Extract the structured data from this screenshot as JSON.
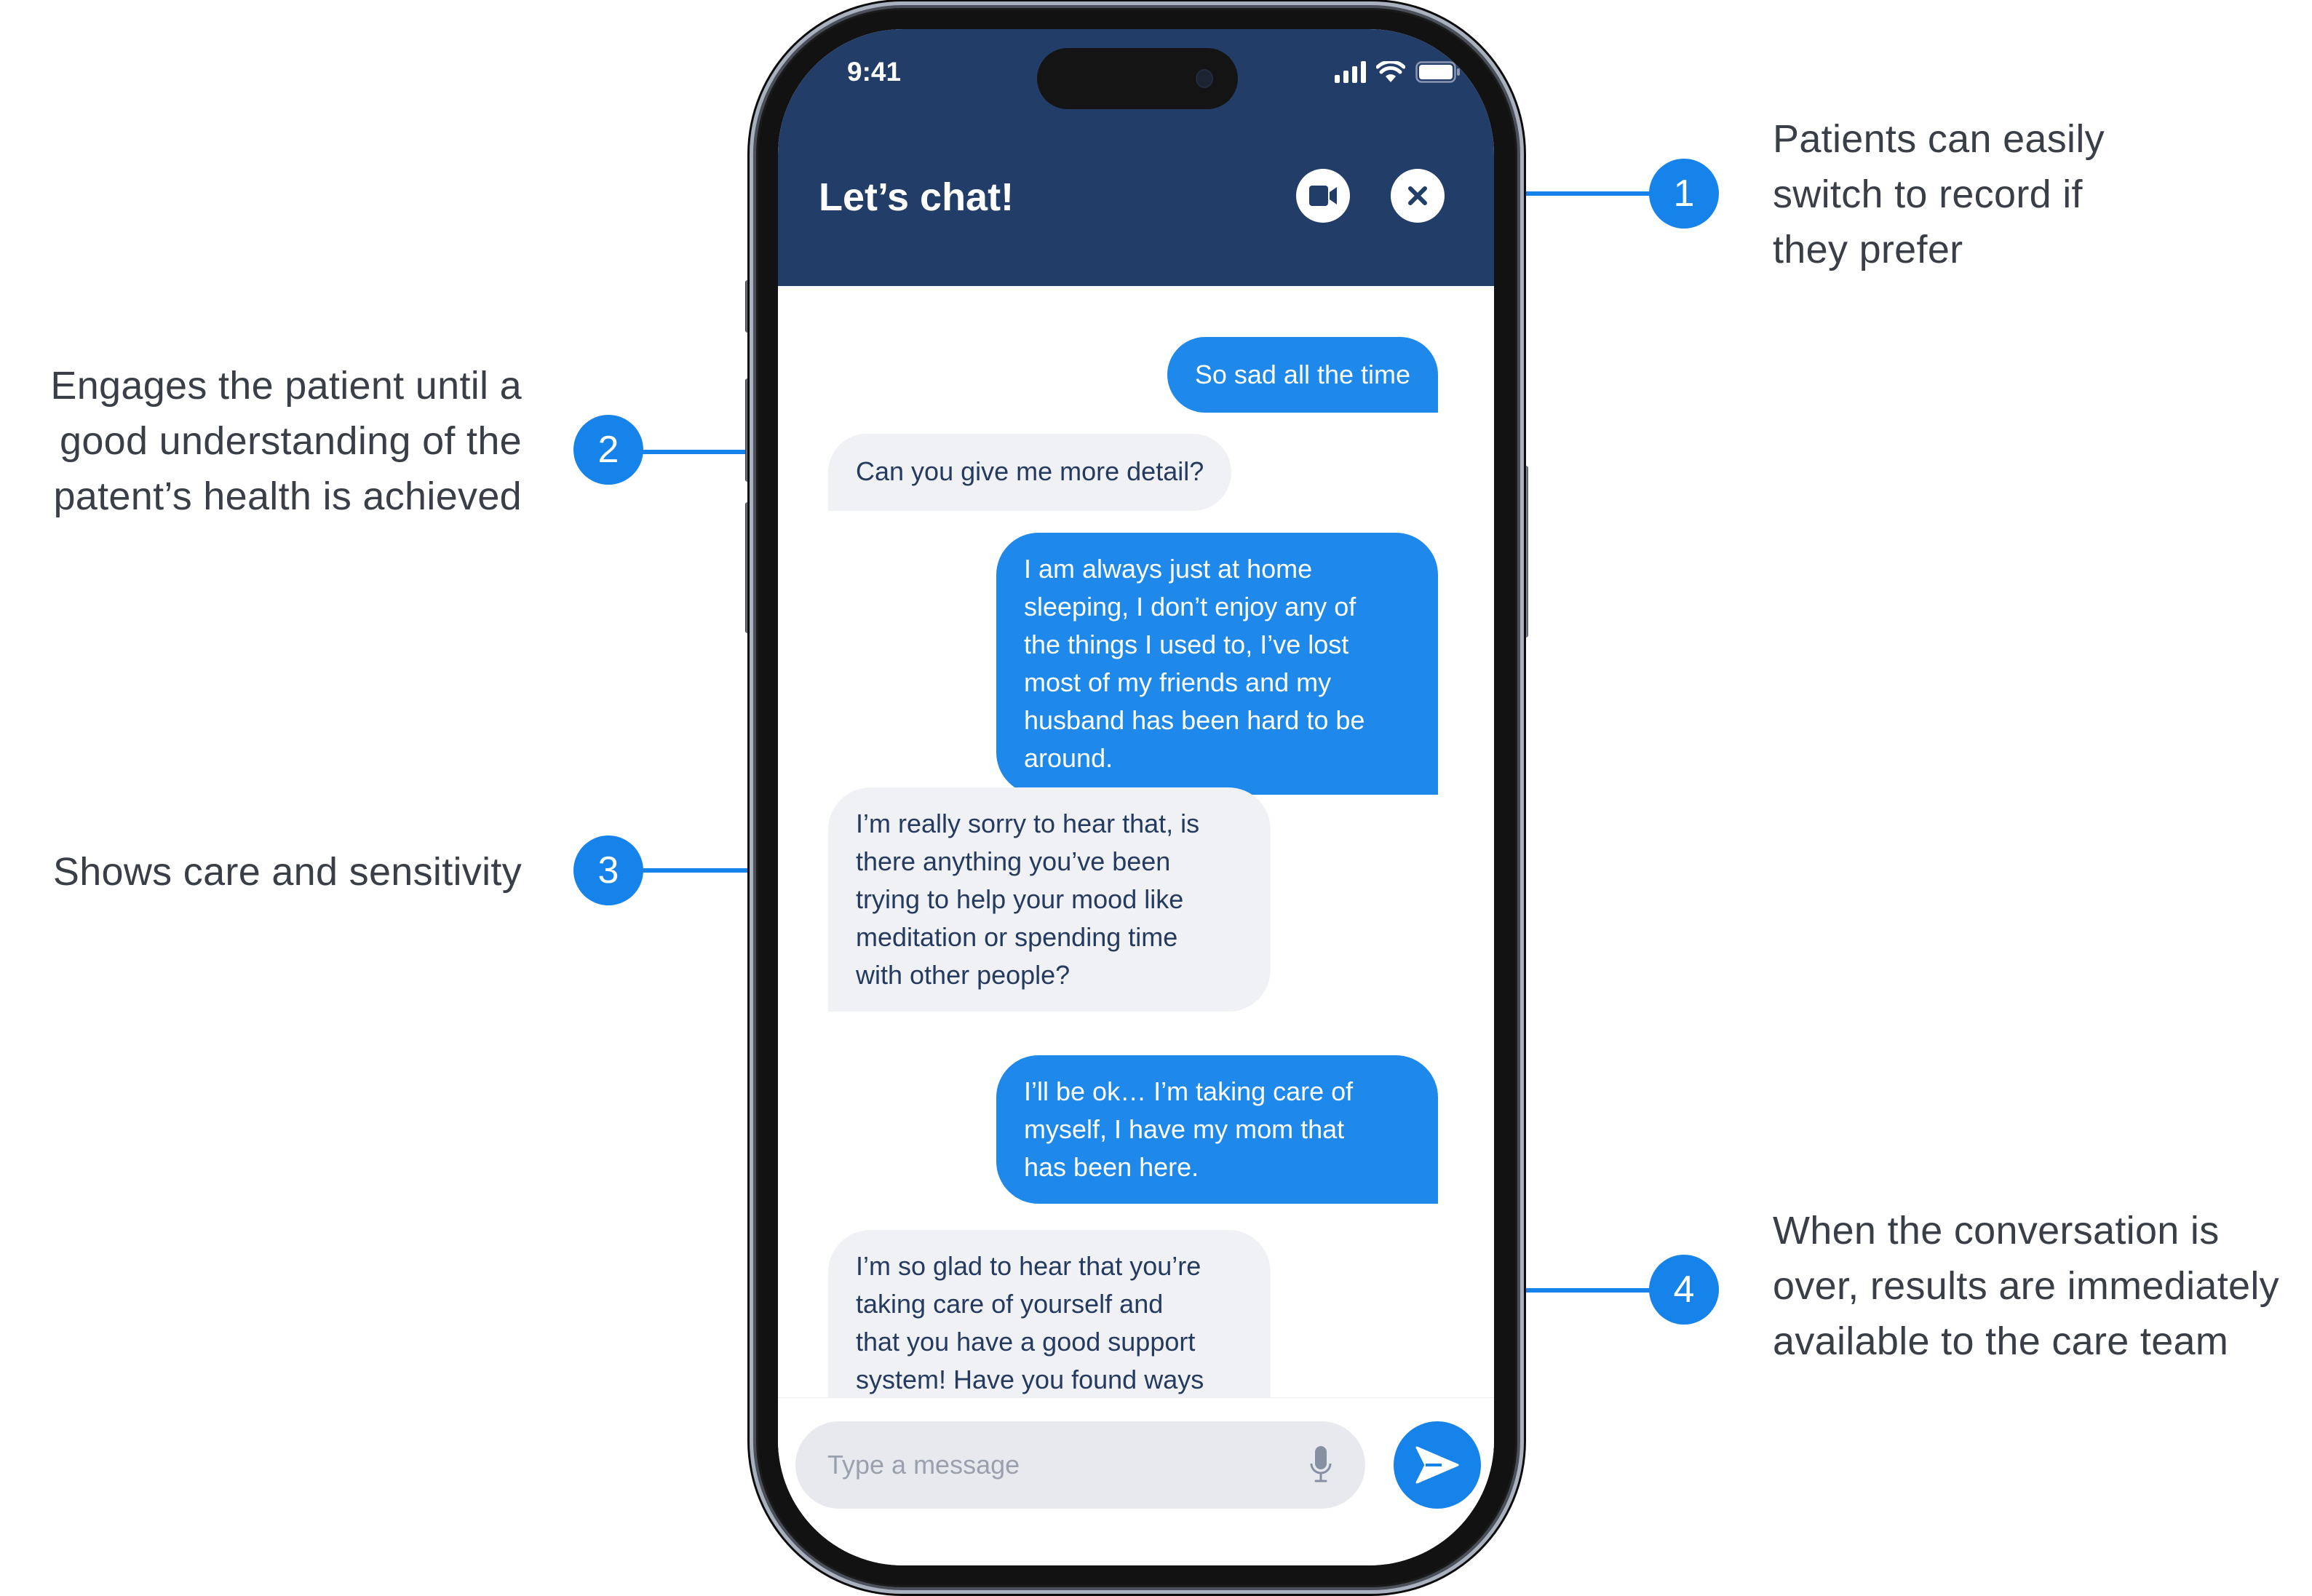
{
  "annotations": [
    {
      "number": "1",
      "lines": [
        "Patients can easily",
        "switch to record if",
        "they prefer"
      ]
    },
    {
      "number": "2",
      "lines": [
        "Engages the patient until a",
        "good understanding of the",
        "patent’s health is achieved"
      ]
    },
    {
      "number": "3",
      "lines": [
        "Shows care and sensitivity"
      ]
    },
    {
      "number": "4",
      "lines": [
        "When the conversation is",
        "over, results are immediately",
        "available to the care team"
      ]
    }
  ],
  "colors": {
    "accent": "#1683EA",
    "header_bg": "#233D69",
    "user_bubble": "#1E88EB",
    "bot_bubble": "#F0F1F5",
    "bot_text": "#243A5E",
    "annotation_text": "#3A3F47"
  },
  "phone": {
    "status_bar": {
      "time": "9:41",
      "icons": [
        "cellular-signal-icon",
        "wifi-icon",
        "battery-icon"
      ]
    },
    "header": {
      "title": "Let’s chat!",
      "buttons": [
        {
          "icon": "video-camera-icon",
          "label": "Switch to video recording"
        },
        {
          "icon": "close-icon",
          "label": "Close chat"
        }
      ]
    },
    "messages": [
      {
        "sender": "user",
        "text": "So sad all the time"
      },
      {
        "sender": "bot",
        "text": "Can you give me more detail?"
      },
      {
        "sender": "user",
        "lines": [
          "I am always just at home",
          "sleeping, I don’t enjoy any of",
          "the things I used to, I’ve lost",
          "most of my friends and my",
          "husband has been hard to be",
          "around."
        ]
      },
      {
        "sender": "bot",
        "lines": [
          "I’m really sorry to hear that, is",
          "there anything you’ve been",
          "trying to help your mood like",
          "meditation or spending time",
          "with other people?"
        ]
      },
      {
        "sender": "user",
        "lines": [
          "I’ll be ok… I’m taking care of",
          "myself, I have my mom that",
          "has been here."
        ]
      },
      {
        "sender": "bot",
        "lines": [
          "I’m so glad to hear that you’re",
          "taking care of yourself and",
          "that you have a good support",
          "system! Have you found ways"
        ]
      }
    ],
    "composer": {
      "placeholder": "Type a message",
      "value": "",
      "mic_icon": "microphone-icon",
      "send_icon": "send-icon"
    }
  }
}
